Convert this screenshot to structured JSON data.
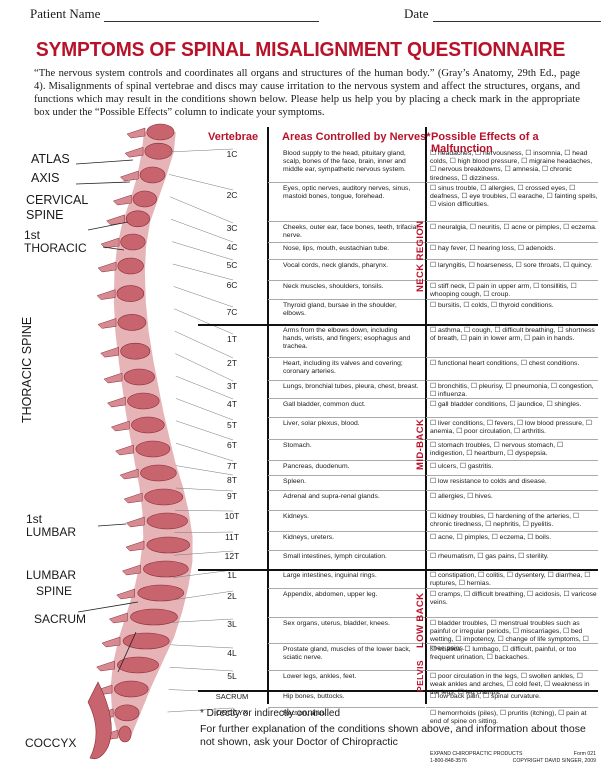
{
  "header": {
    "patient_label": "Patient Name",
    "date_label": "Date"
  },
  "title": "SYMPTOMS OF SPINAL MISALIGNMENT QUESTIONNAIRE",
  "intro": "“The nervous system controls and coordinates all organs and structures of the human body.” (Gray’s Anatomy, 29th Ed., page 4). Misalignments of spinal vertebrae and discs may cause irritation to the nervous system and affect the structures, organs, and functions which may result in the conditions shown below. Please help us help you by placing a check mark in the appropriate box under the “Possible Effects” column to indicate your symptoms.",
  "spine_labels": {
    "atlas": "ATLAS",
    "axis": "AXIS",
    "cervical": "CERVICAL SPINE",
    "thoracic_1st_a": "1st",
    "thoracic_1st_b": "THORACIC",
    "thoracic_spine": "THORACIC SPINE",
    "lumbar_1st_a": "1st",
    "lumbar_1st_b": "LUMBAR",
    "lumbar_spine_a": "LUMBAR",
    "lumbar_spine_b": "SPINE",
    "sacrum": "SACRUM",
    "coccyx": "COCCYX"
  },
  "table": {
    "headers": {
      "vertebrae": "Vertebrae",
      "areas": "Areas Controlled by Nerves*",
      "effects": "Possible Effects of a Malfunction"
    },
    "regions": {
      "neck": "NECK REGION",
      "mid": "MID-BACK",
      "low": "LOW BACK",
      "pelvis": "PELVIS"
    },
    "rows": [
      {
        "v": "1C",
        "a": "Blood supply to the head, pituitary gland, scalp, bones of the face, brain, inner and middle ear, sympathetic nervous system.",
        "e": "☐ headaches, ☐ nervousness, ☐ insomnia, ☐ head colds, ☐ high blood pressure, ☐ migraine headaches, ☐ nervous breakdowns, ☐ amnesia, ☐ chronic tiredness, ☐ dizziness."
      },
      {
        "v": "2C",
        "a": "Eyes, optic nerves, auditory nerves, sinus, mastoid bones, tongue, forehead.",
        "e": "☐ sinus trouble, ☐ allergies, ☐ crossed eyes, ☐ deafness, ☐ eye troubles, ☐ earache, ☐ fainting spells, ☐ vision difficulties."
      },
      {
        "v": "3C",
        "a": "Cheeks, outer ear, face bones, teeth, trifacial nerve.",
        "e": "☐ neuralgia, ☐ neuritis, ☐ acne or pimples, ☐ eczema."
      },
      {
        "v": "4C",
        "a": "Nose, lips, mouth, eustachian tube.",
        "e": "☐ hay fever, ☐ hearing loss, ☐ adenoids."
      },
      {
        "v": "5C",
        "a": "Vocal cords, neck glands, pharynx.",
        "e": "☐ laryngitis, ☐ hoarseness, ☐ sore throats, ☐ quincy."
      },
      {
        "v": "6C",
        "a": "Neck muscles, shoulders, tonsils.",
        "e": "☐ stiff neck, ☐ pain in upper arm, ☐ tonsillitis, ☐ whooping cough, ☐ croup."
      },
      {
        "v": "7C",
        "a": "Thyroid gland, bursae in the shoulder, elbows.",
        "e": "☐ bursitis, ☐ colds, ☐ thyroid conditions."
      },
      {
        "v": "1T",
        "a": "Arms from the elbows down, including hands, wrists, and fingers; esophagus and trachea.",
        "e": "☐ asthma, ☐ cough, ☐ difficult breathing, ☐ shortness of breath, ☐ pain in lower arm, ☐ pain in hands."
      },
      {
        "v": "2T",
        "a": "Heart, including its valves and covering; coronary arteries.",
        "e": "☐ functional heart conditions, ☐ chest conditions."
      },
      {
        "v": "3T",
        "a": "Lungs, bronchial tubes, pleura, chest, breast.",
        "e": "☐ bronchitis, ☐ pleurisy, ☐ pneumonia, ☐ congestion, ☐ influenza."
      },
      {
        "v": "4T",
        "a": "Gall bladder, common duct.",
        "e": "☐ gall bladder conditions, ☐ jaundice, ☐ shingles."
      },
      {
        "v": "5T",
        "a": "Liver, solar plexus, blood.",
        "e": "☐ liver conditions, ☐ fevers, ☐ low blood pressure, ☐ anemia, ☐ poor circulation, ☐ arthritis."
      },
      {
        "v": "6T",
        "a": "Stomach.",
        "e": "☐ stomach troubles, ☐ nervous stomach, ☐ indigestion, ☐ heartburn, ☐ dyspepsia."
      },
      {
        "v": "7T",
        "a": "Pancreas, duodenum.",
        "e": "☐ ulcers, ☐ gastritis."
      },
      {
        "v": "8T",
        "a": "Spleen.",
        "e": "☐ low resistance to colds and disease."
      },
      {
        "v": "9T",
        "a": "Adrenal and supra-renal glands.",
        "e": "☐ allergies, ☐ hives."
      },
      {
        "v": "10T",
        "a": "Kidneys.",
        "e": "☐ kidney troubles, ☐ hardening of the arteries, ☐ chronic tiredness, ☐ nephritis, ☐ pyelitis."
      },
      {
        "v": "11T",
        "a": "Kidneys, ureters.",
        "e": "☐ acne, ☐ pimples, ☐ eczema, ☐ boils."
      },
      {
        "v": "12T",
        "a": "Small intestines, lymph circulation.",
        "e": "☐ rheumatism, ☐ gas pains, ☐ sterility."
      },
      {
        "v": "1L",
        "a": "Large intestines, inguinal rings.",
        "e": "☐ constipation, ☐ colitis, ☐ dysentery, ☐ diarrhea, ☐ ruptures, ☐ hernias."
      },
      {
        "v": "2L",
        "a": "Appendix, abdomen, upper leg.",
        "e": "☐ cramps, ☐ difficult breathing, ☐ acidosis, ☐ varicose veins."
      },
      {
        "v": "3L",
        "a": "Sex organs, uterus, bladder, knees.",
        "e": "☐ bladder troubles, ☐ menstrual troubles such as painful or irregular periods, ☐ miscarriages, ☐ bed wetting, ☐ impotency, ☐ change of life symptoms, ☐ knee pains."
      },
      {
        "v": "4L",
        "a": "Prostate gland, muscles of the lower back, sciatic nerve.",
        "e": "☐ sciatica, ☐ lumbago, ☐ difficult, painful, or too frequent urination, ☐ backaches."
      },
      {
        "v": "5L",
        "a": "Lower legs, ankles, feet.",
        "e": "☐ poor circulation in the legs, ☐ swollen ankles, ☐ weak ankles and arches, ☐ cold feet, ☐ weakness in the legs, ☐ leg cramps."
      },
      {
        "v": "SACRUM",
        "a": "Hip bones, buttocks.",
        "e": "☐ low back pain, ☐ spinal curvature."
      },
      {
        "v": "COCCYX",
        "a": "Rectum, anus.",
        "e": "☐ hemorrhoids (piles), ☐ pruritis (itching), ☐ pain at end of spine on sitting."
      }
    ]
  },
  "footnote": {
    "star": "* Directly or indirectly controlled",
    "main": "For further explanation of the conditions shown above, and information about those not shown, ask your Doctor of Chiropractic"
  },
  "credits": {
    "line1": "EXPAND CHIROPRACTIC PRODUCTS",
    "form": "Form 021",
    "phone": "1-800-848-3576",
    "copyright": "COPYRIGHT DAVID SINGER, 2009"
  },
  "colors": {
    "accent": "#b8122a",
    "spine": "#c8646e"
  }
}
